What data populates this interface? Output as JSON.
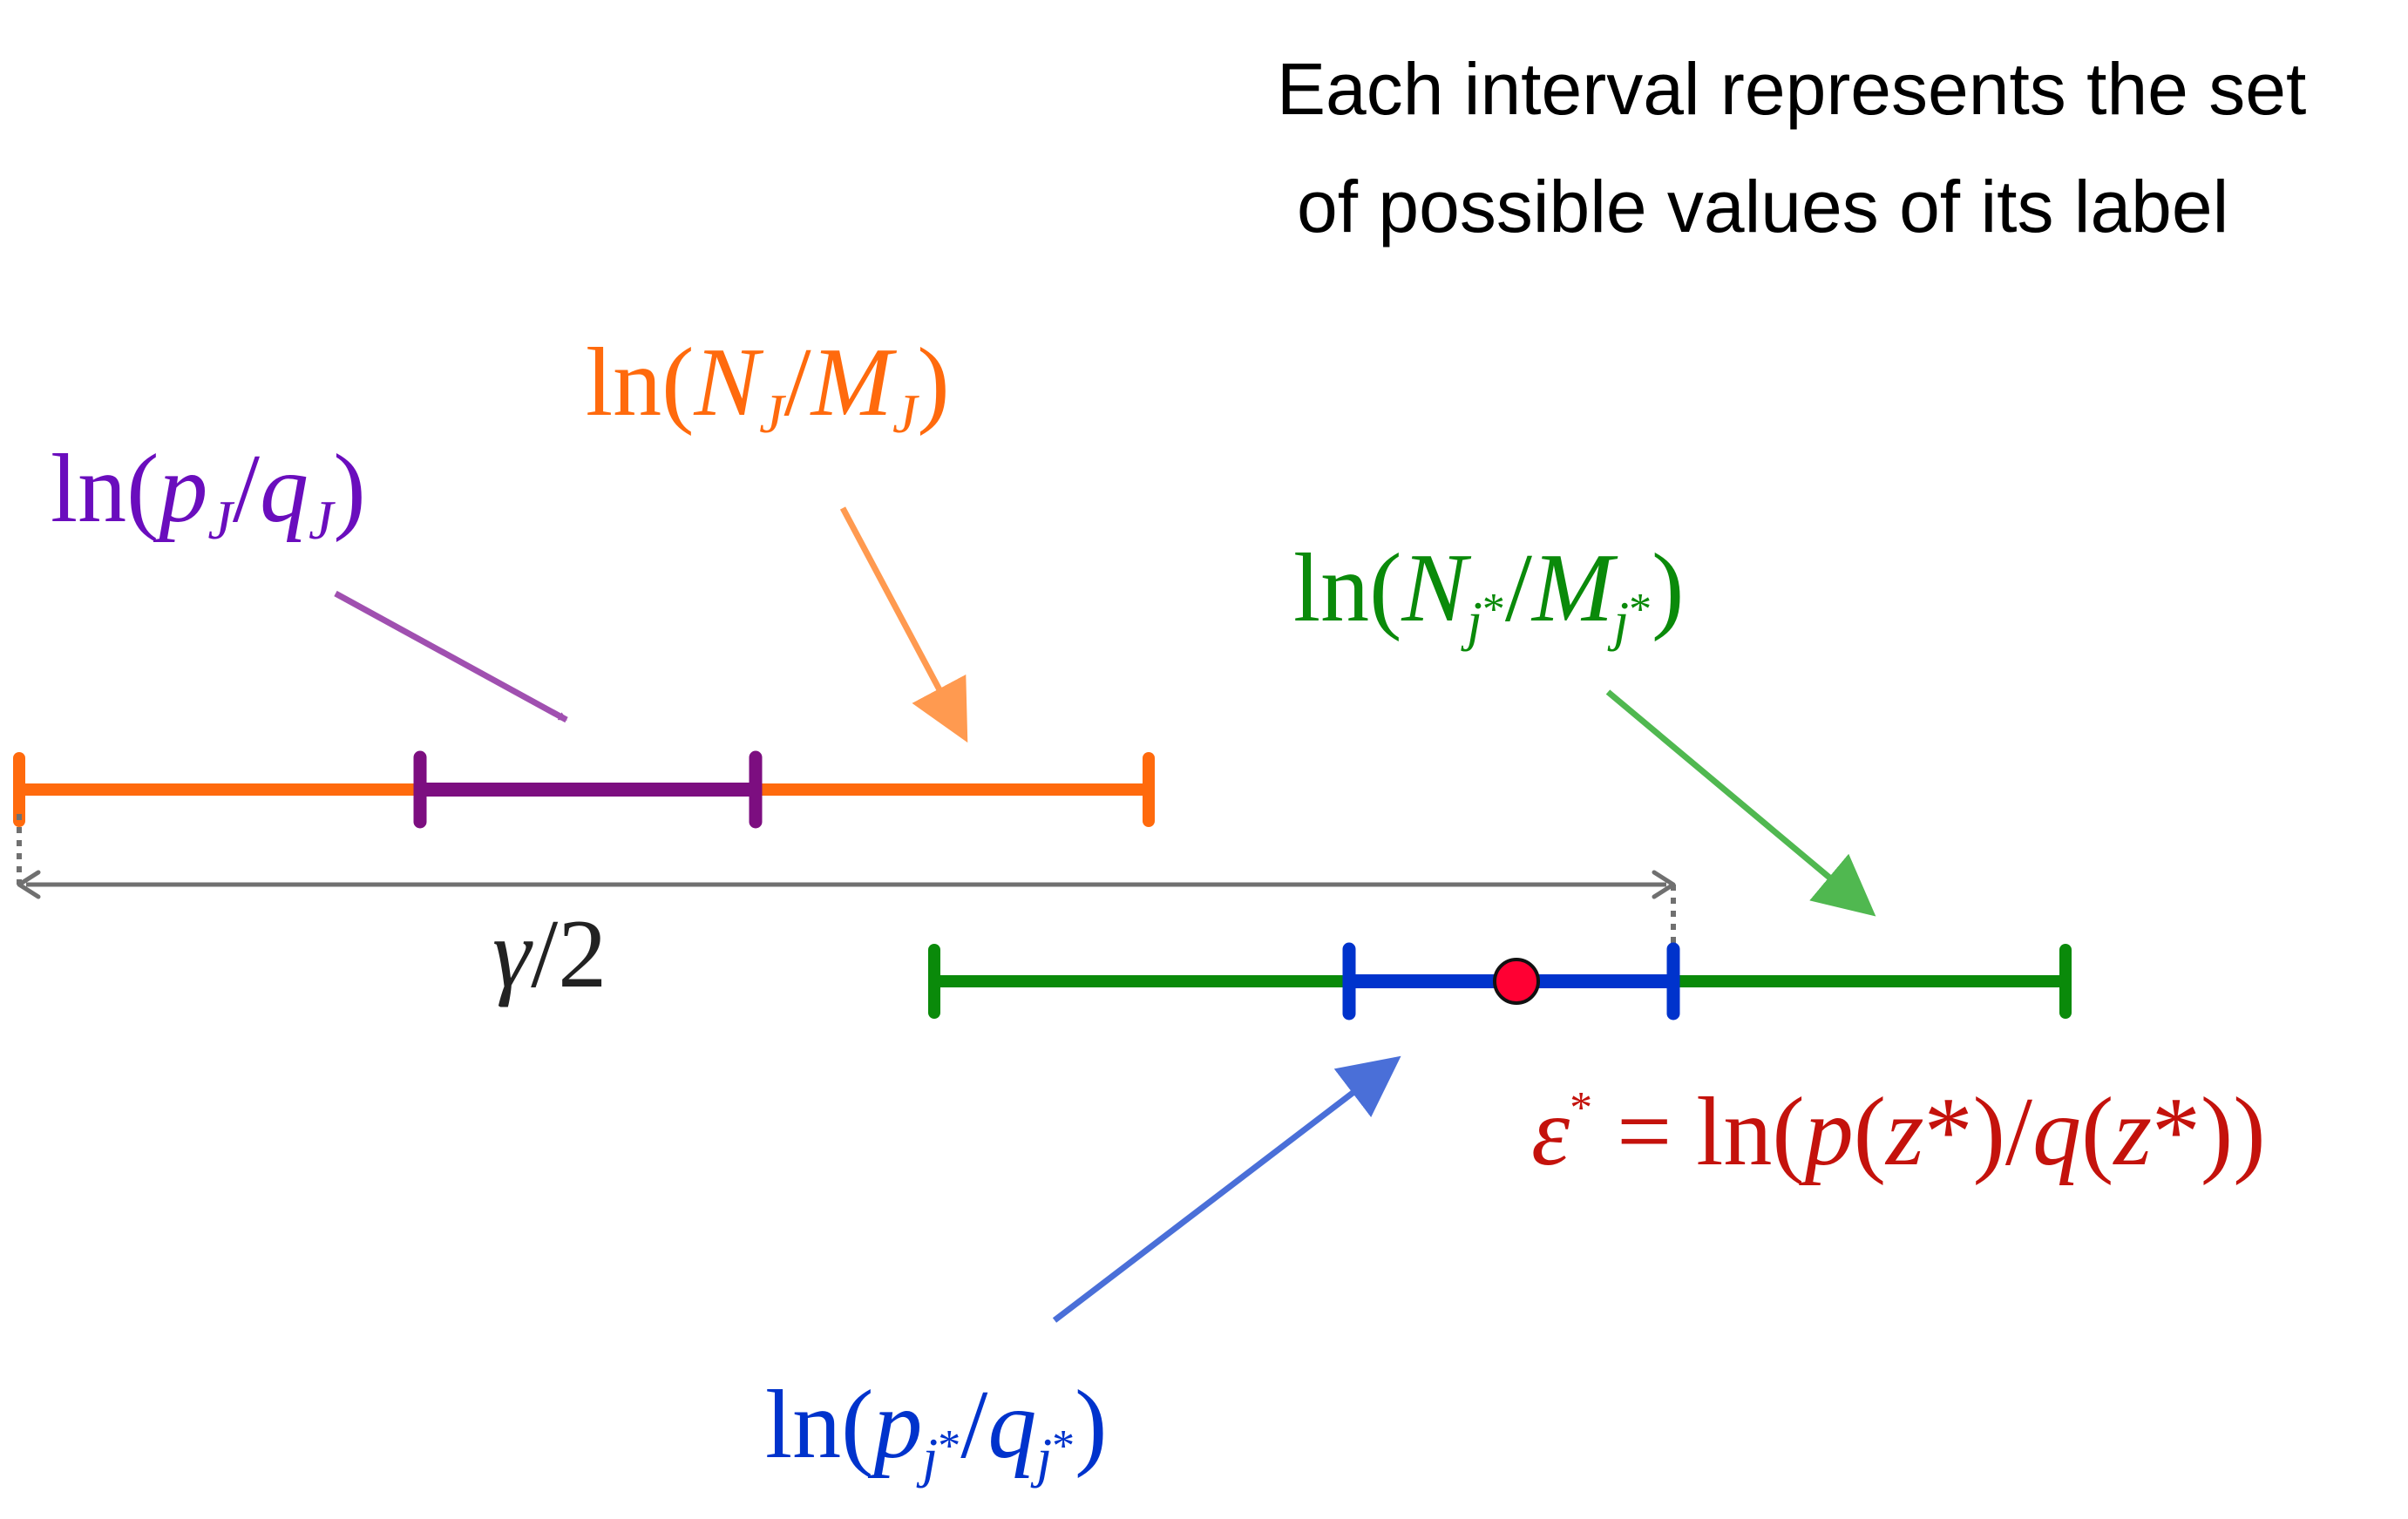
{
  "caption": {
    "line1": "Each interval represents the set",
    "line2": "of possible values of its label"
  },
  "labels": {
    "p_J_q_J": {
      "ln": "ln(",
      "p": "p",
      "sub1": "J",
      "slash": "/",
      "q": "q",
      "sub2": "J",
      "close": ")"
    },
    "N_J_M_J": {
      "ln": "ln(",
      "n": "N",
      "sub1": "J",
      "slash": "/",
      "m": "M",
      "sub2": "J",
      "close": ")"
    },
    "N_jstar_M_jstar": {
      "ln": "ln(",
      "n": "N",
      "sub1": "j",
      "sup1": "*",
      "slash": "/",
      "m": "M",
      "sub2": "j",
      "sup2": "*",
      "close": ")"
    },
    "p_jstar_q_jstar": {
      "ln": "ln(",
      "p": "p",
      "sub1": "j",
      "sup1": "*",
      "slash": "/",
      "q": "q",
      "sub2": "j",
      "sup2": "*",
      "close": ")"
    },
    "epsilon_star": {
      "eps": "ε",
      "sup": "*",
      "eq": " = ln(",
      "p": "p",
      "open1": "(",
      "z1": "z",
      "star1": "*",
      "mid": ")/",
      "q": "q",
      "open2": "(",
      "z2": "z",
      "star2": "*",
      "close": "))"
    },
    "gamma_half": {
      "gamma": "γ",
      "rest": "/2"
    }
  },
  "colors": {
    "orange": "#ff6a0d",
    "purple": "#7c0e80",
    "purple_label": "#6a0dbd",
    "green": "#0a8a0a",
    "blue": "#0033cc",
    "red_label": "#c4120c",
    "point": "#ff0033",
    "gray": "#707070",
    "arrow_purple": "#a050b0",
    "arrow_orange": "#ff9a50",
    "arrow_green": "#50b850",
    "arrow_blue": "#4a6fd8"
  }
}
